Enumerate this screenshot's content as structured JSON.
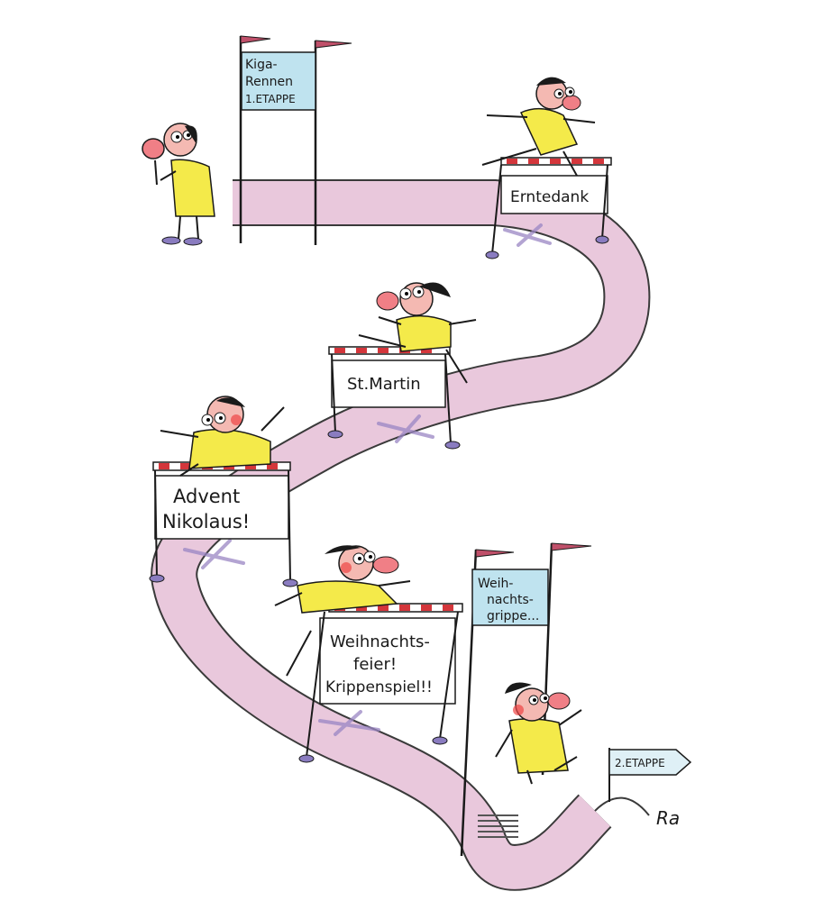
{
  "colors": {
    "track": "#e9c8dc",
    "track_edge": "#3a3a3a",
    "outfit": "#f4ea4a",
    "skin": "#f4b9b2",
    "nose": "#f07f86",
    "hair": "#1a1a1a",
    "banner_blue": "#bfe3ef",
    "flag": "#c0506a",
    "hurdle_red": "#d4363b",
    "x_mark": "#9a86c4"
  },
  "start_banner": {
    "line1": "Kiga-",
    "line2": "Rennen",
    "line3": "1.ETAPPE"
  },
  "hurdles": {
    "erntedank": "Erntedank",
    "st_martin": "St.Martin",
    "advent_line1": "Advent",
    "advent_line2": "Nikolaus!",
    "feier_line1": "Weihnachts-",
    "feier_line2": "feier!",
    "feier_line3": "Krippenspiel!!"
  },
  "end_banner": {
    "line1": "Weih-",
    "line2": "nachts-",
    "line3": "grippe..."
  },
  "next_stage_sign": "2.ETAPPE",
  "signature": "Ra",
  "icons": {
    "runner": "cartoon-runner-icon",
    "flag": "pennant-flag-icon"
  }
}
